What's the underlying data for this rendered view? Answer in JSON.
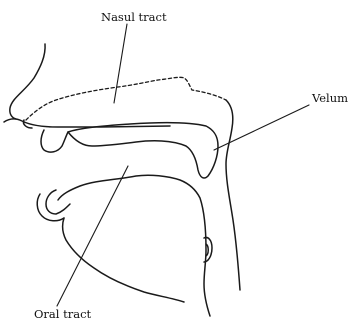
{
  "labels": {
    "nasal": "Nasul tract",
    "velum": "Velum",
    "oral": "Oral tract"
  }
}
